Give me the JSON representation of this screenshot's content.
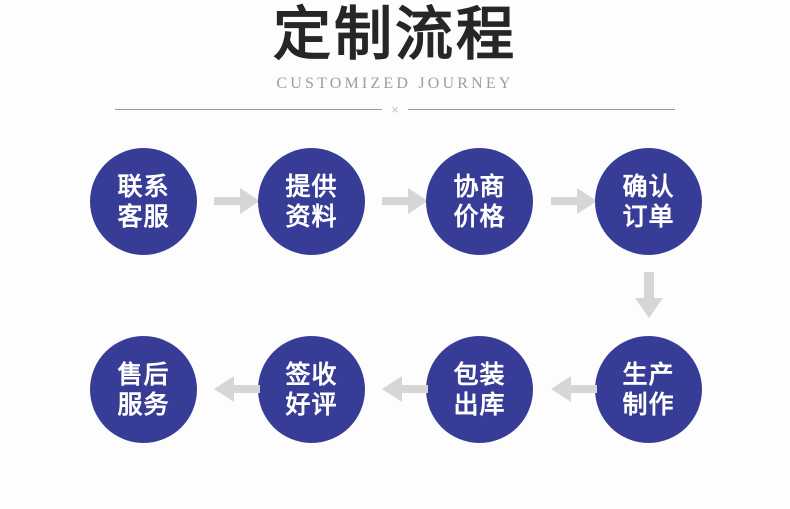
{
  "page": {
    "background_color": "#fdfdfd",
    "accent_color": "#373d96",
    "arrow_color": "#d6d6d6",
    "title_color": "#262626",
    "subtitle_color": "#9d9d9d"
  },
  "header": {
    "title": "定制流程",
    "subtitle": "CUSTOMIZED JOURNEY",
    "divider_mark": "×"
  },
  "flow": {
    "type": "process-flow",
    "steps": [
      {
        "index": 1,
        "line1": "联系",
        "line2": "客服",
        "row": 1
      },
      {
        "index": 2,
        "line1": "提供",
        "line2": "资料",
        "row": 1
      },
      {
        "index": 3,
        "line1": "协商",
        "line2": "价格",
        "row": 1
      },
      {
        "index": 4,
        "line1": "确认",
        "line2": "订单",
        "row": 1
      },
      {
        "index": 5,
        "line1": "生产",
        "line2": "制作",
        "row": 2
      },
      {
        "index": 6,
        "line1": "包装",
        "line2": "出库",
        "row": 2
      },
      {
        "index": 7,
        "line1": "签收",
        "line2": "好评",
        "row": 2
      },
      {
        "index": 8,
        "line1": "售后",
        "line2": "服务",
        "row": 2
      }
    ],
    "connectors": [
      {
        "from": 1,
        "to": 2,
        "direction": "right"
      },
      {
        "from": 2,
        "to": 3,
        "direction": "right"
      },
      {
        "from": 3,
        "to": 4,
        "direction": "right"
      },
      {
        "from": 4,
        "to": 5,
        "direction": "down"
      },
      {
        "from": 5,
        "to": 6,
        "direction": "left"
      },
      {
        "from": 6,
        "to": 7,
        "direction": "left"
      },
      {
        "from": 7,
        "to": 8,
        "direction": "left"
      }
    ]
  }
}
